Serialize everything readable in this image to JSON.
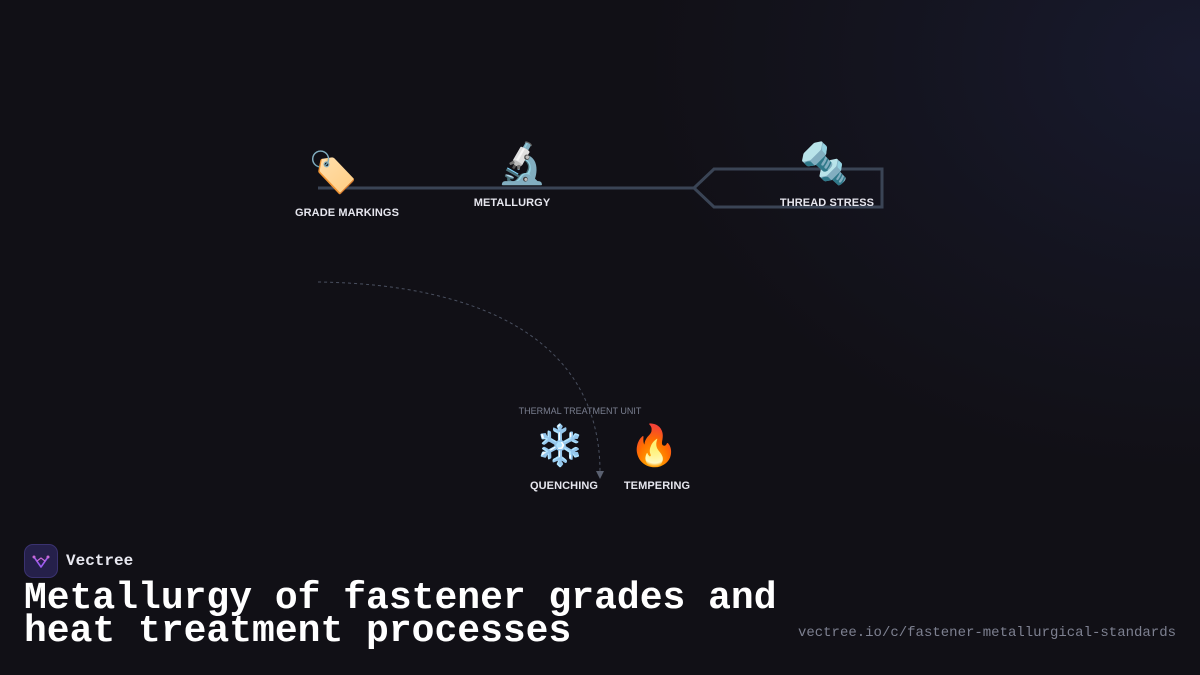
{
  "diagram": {
    "nodes": {
      "grade_markings": {
        "label": "GRADE MARKINGS",
        "icon": "🏷️",
        "icon_name": "tag-icon"
      },
      "metallurgy": {
        "label": "METALLURGY",
        "icon": "🔬",
        "icon_name": "microscope-icon"
      },
      "thread_stress": {
        "label": "THREAD STRESS",
        "icon": "🔩",
        "icon_name": "nut-and-bolt-icon"
      },
      "quenching": {
        "label": "QUENCHING",
        "icon": "❄️",
        "icon_name": "snowflake-icon"
      },
      "tempering": {
        "label": "TEMPERING",
        "icon": "🔥",
        "icon_name": "fire-icon"
      }
    },
    "group_label": "THERMAL TREATMENT UNIT"
  },
  "brand": {
    "name": "Vectree"
  },
  "title": "Metallurgy of fastener grades and heat treatment processes",
  "url": "vectree.io/c/fastener-metallurgical-standards",
  "colors": {
    "background": "#111016",
    "connector": "#3a4455",
    "label": "#e6e6ee",
    "brand_accent": "#9b5cf0"
  }
}
